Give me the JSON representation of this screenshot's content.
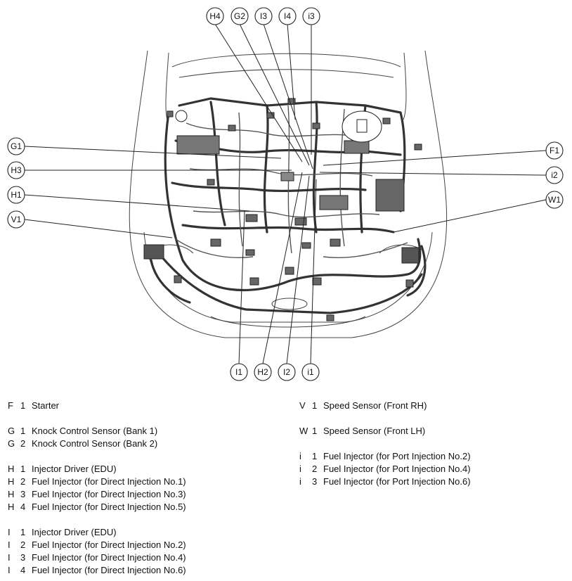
{
  "callouts": {
    "H4": "H4",
    "G2": "G2",
    "I3": "I3",
    "I4": "I4",
    "i3": "i3",
    "G1": "G1",
    "H3": "H3",
    "H1": "H1",
    "V1": "V1",
    "F1": "F1",
    "i2": "i2",
    "W1": "W1",
    "I1": "I1",
    "H2": "H2",
    "I2": "I2",
    "i1": "i1"
  },
  "legend_left": [
    {
      "rows": [
        {
          "code": "F",
          "num": "1",
          "text": "Starter"
        }
      ]
    },
    {
      "rows": [
        {
          "code": "G",
          "num": "1",
          "text": "Knock Control Sensor (Bank 1)"
        },
        {
          "code": "G",
          "num": "2",
          "text": "Knock Control Sensor (Bank 2)"
        }
      ]
    },
    {
      "rows": [
        {
          "code": "H",
          "num": "1",
          "text": "Injector Driver (EDU)"
        },
        {
          "code": "H",
          "num": "2",
          "text": "Fuel Injector (for Direct Injection No.1)"
        },
        {
          "code": "H",
          "num": "3",
          "text": "Fuel Injector (for Direct Injection No.3)"
        },
        {
          "code": "H",
          "num": "4",
          "text": "Fuel Injector (for Direct Injection No.5)"
        }
      ]
    },
    {
      "rows": [
        {
          "code": "I",
          "num": "1",
          "text": "Injector Driver (EDU)"
        },
        {
          "code": "I",
          "num": "2",
          "text": "Fuel Injector (for Direct Injection No.2)"
        },
        {
          "code": "I",
          "num": "3",
          "text": "Fuel Injector (for Direct Injection No.4)"
        },
        {
          "code": "I",
          "num": "4",
          "text": "Fuel Injector (for Direct Injection No.6)"
        }
      ]
    }
  ],
  "legend_right": [
    {
      "rows": [
        {
          "code": "V",
          "num": "1",
          "text": "Speed Sensor (Front RH)"
        }
      ]
    },
    {
      "rows": [
        {
          "code": "W",
          "num": "1",
          "text": "Speed Sensor (Front LH)"
        }
      ]
    },
    {
      "rows": [
        {
          "code": "i",
          "num": "1",
          "text": "Fuel Injector (for Port Injection No.2)"
        },
        {
          "code": "i",
          "num": "2",
          "text": "Fuel Injector (for Port Injection No.4)"
        },
        {
          "code": "i",
          "num": "3",
          "text": "Fuel Injector (for Port Injection No.6)"
        }
      ]
    }
  ]
}
